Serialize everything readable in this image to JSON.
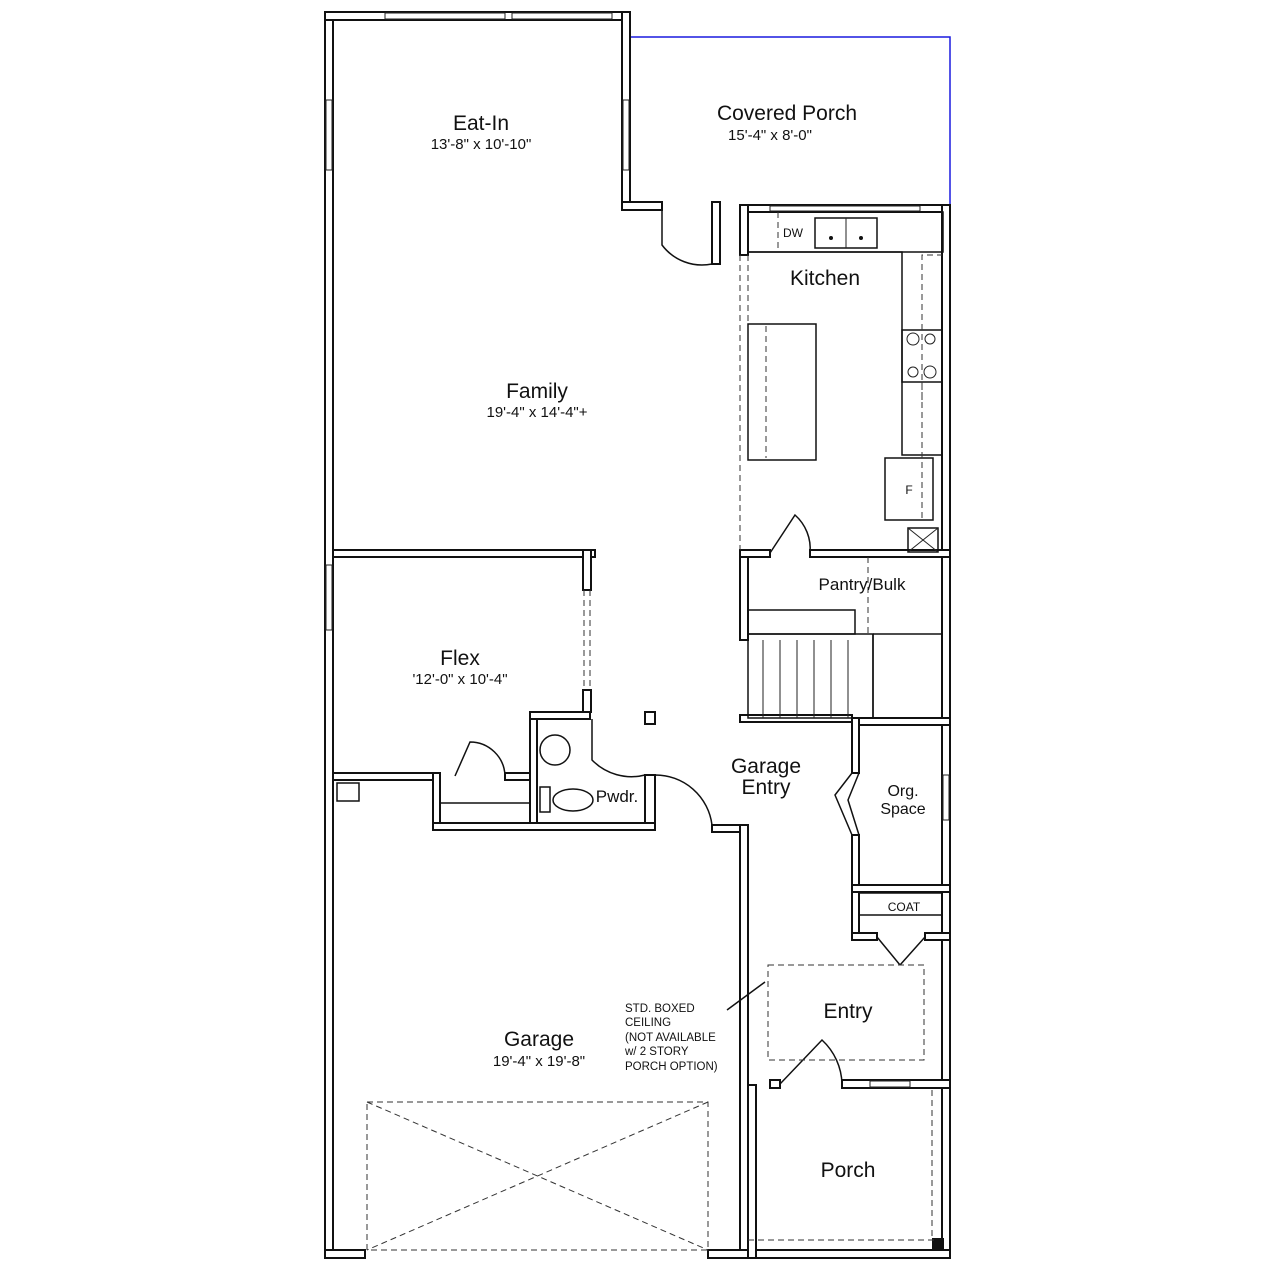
{
  "rooms": {
    "eat_in": {
      "name": "Eat-In",
      "dim": "13'-8\" x 10'-10\""
    },
    "covered_porch": {
      "name": "Covered Porch",
      "dim": "15'-4\" x 8'-0\""
    },
    "kitchen": {
      "name": "Kitchen"
    },
    "family": {
      "name": "Family",
      "dim": "19'-4\" x 14'-4\"+"
    },
    "flex": {
      "name": "Flex",
      "dim": "'12'-0\" x 10'-4\""
    },
    "pantry": {
      "name": "Pantry/Bulk"
    },
    "powder": {
      "name": "Pwdr."
    },
    "garage_entry": {
      "name_line1": "Garage",
      "name_line2": "Entry"
    },
    "org_space": {
      "name_line1": "Org.",
      "name_line2": "Space"
    },
    "coat": {
      "name": "COAT"
    },
    "entry": {
      "name": "Entry"
    },
    "garage": {
      "name": "Garage",
      "dim": "19'-4\" x 19'-8\""
    },
    "porch": {
      "name": "Porch"
    }
  },
  "fixtures": {
    "dishwasher": "DW",
    "fridge": "F"
  },
  "note": {
    "lines": [
      "STD. BOXED",
      "CEILING",
      "(NOT AVAILABLE",
      "w/ 2 STORY",
      "PORCH OPTION)"
    ]
  },
  "colors": {
    "walls": "#111111",
    "covered_porch_outline": "#1a1adf"
  }
}
